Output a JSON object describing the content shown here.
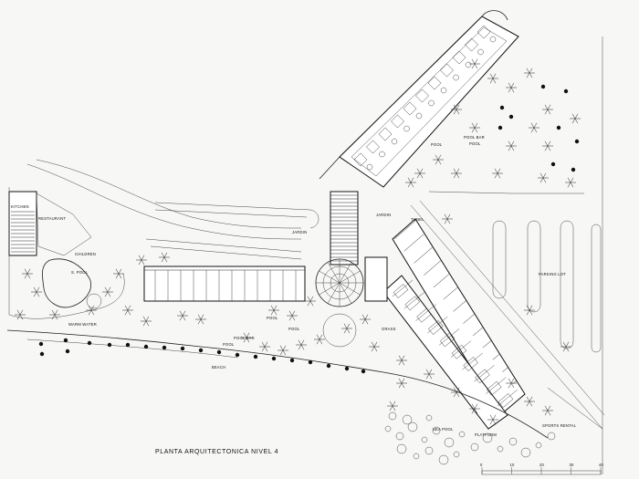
{
  "title": "PLANTA ARQUITECTONICA NIVEL 4",
  "labels": {
    "kitchen": "KITCHEN",
    "restaurant": "RESTAURANT",
    "children": "CHILDREN",
    "s_pool": "S. POOL",
    "warm_water": "WARM WATER",
    "beach": "BEACH",
    "pool_bar_left": "POOL BAR",
    "pool_left": "POOL",
    "pool_mid": "POOL",
    "pool_lower": "POOL",
    "jardin_top": "JARDIN",
    "jardin_mid": "JARDIN",
    "jardin_tunnel": "TUNEL",
    "pool_bar_top": "POOL BAR",
    "pool_top": "POOL",
    "pool_top2": "POOL",
    "parking": "PARKING LOT",
    "grass": "GRASS",
    "sea_pool": "SEA POOL",
    "platform": "PLATFORM",
    "sports_rental": "SPORTS RENTAL"
  },
  "scale_ticks": [
    "0",
    "10",
    "20",
    "30",
    "40"
  ]
}
